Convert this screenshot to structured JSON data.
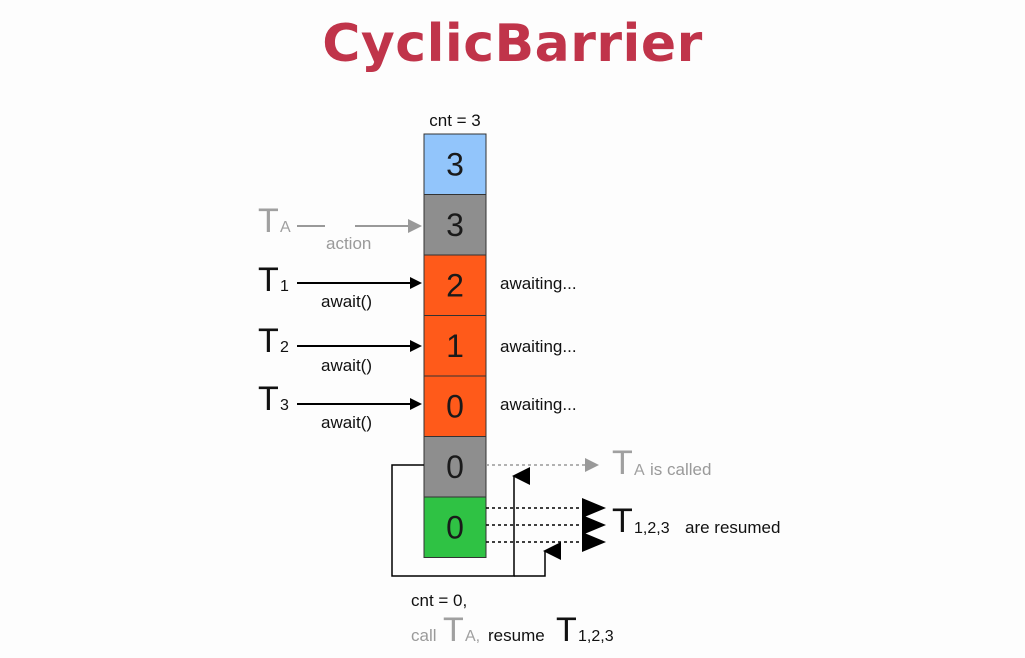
{
  "title": "CyclicBarrier",
  "top_label": "cnt = 3",
  "cells": [
    {
      "value": "3",
      "color": "#92c5fb"
    },
    {
      "value": "3",
      "color": "#8e8e8e"
    },
    {
      "value": "2",
      "color": "#ff5a1a"
    },
    {
      "value": "1",
      "color": "#ff5a1a"
    },
    {
      "value": "0",
      "color": "#ff5a1a"
    },
    {
      "value": "0",
      "color": "#8e8e8e"
    },
    {
      "value": "0",
      "color": "#2fc244"
    }
  ],
  "threads": [
    {
      "letter": "T",
      "sub": "A",
      "call": "action",
      "status": ""
    },
    {
      "letter": "T",
      "sub": "1",
      "call": "await()",
      "status": "awaiting..."
    },
    {
      "letter": "T",
      "sub": "2",
      "call": "await()",
      "status": "awaiting..."
    },
    {
      "letter": "T",
      "sub": "3",
      "call": "await()",
      "status": "awaiting..."
    }
  ],
  "ta_called": {
    "letter": "T",
    "sub": "A",
    "text": "is called"
  },
  "resumed": {
    "letter": "T",
    "sub": "1,2,3",
    "text": "are resumed"
  },
  "bottom": {
    "line1": "cnt = 0,",
    "call_word": "call",
    "ta_letter": "T",
    "ta_sub": "A,",
    "resume_word": "resume",
    "t_letter": "T",
    "t_sub": "1,2,3"
  },
  "colors": {
    "title": "#c0344a",
    "gray_text": "#a0a0a0",
    "black": "#111111"
  }
}
